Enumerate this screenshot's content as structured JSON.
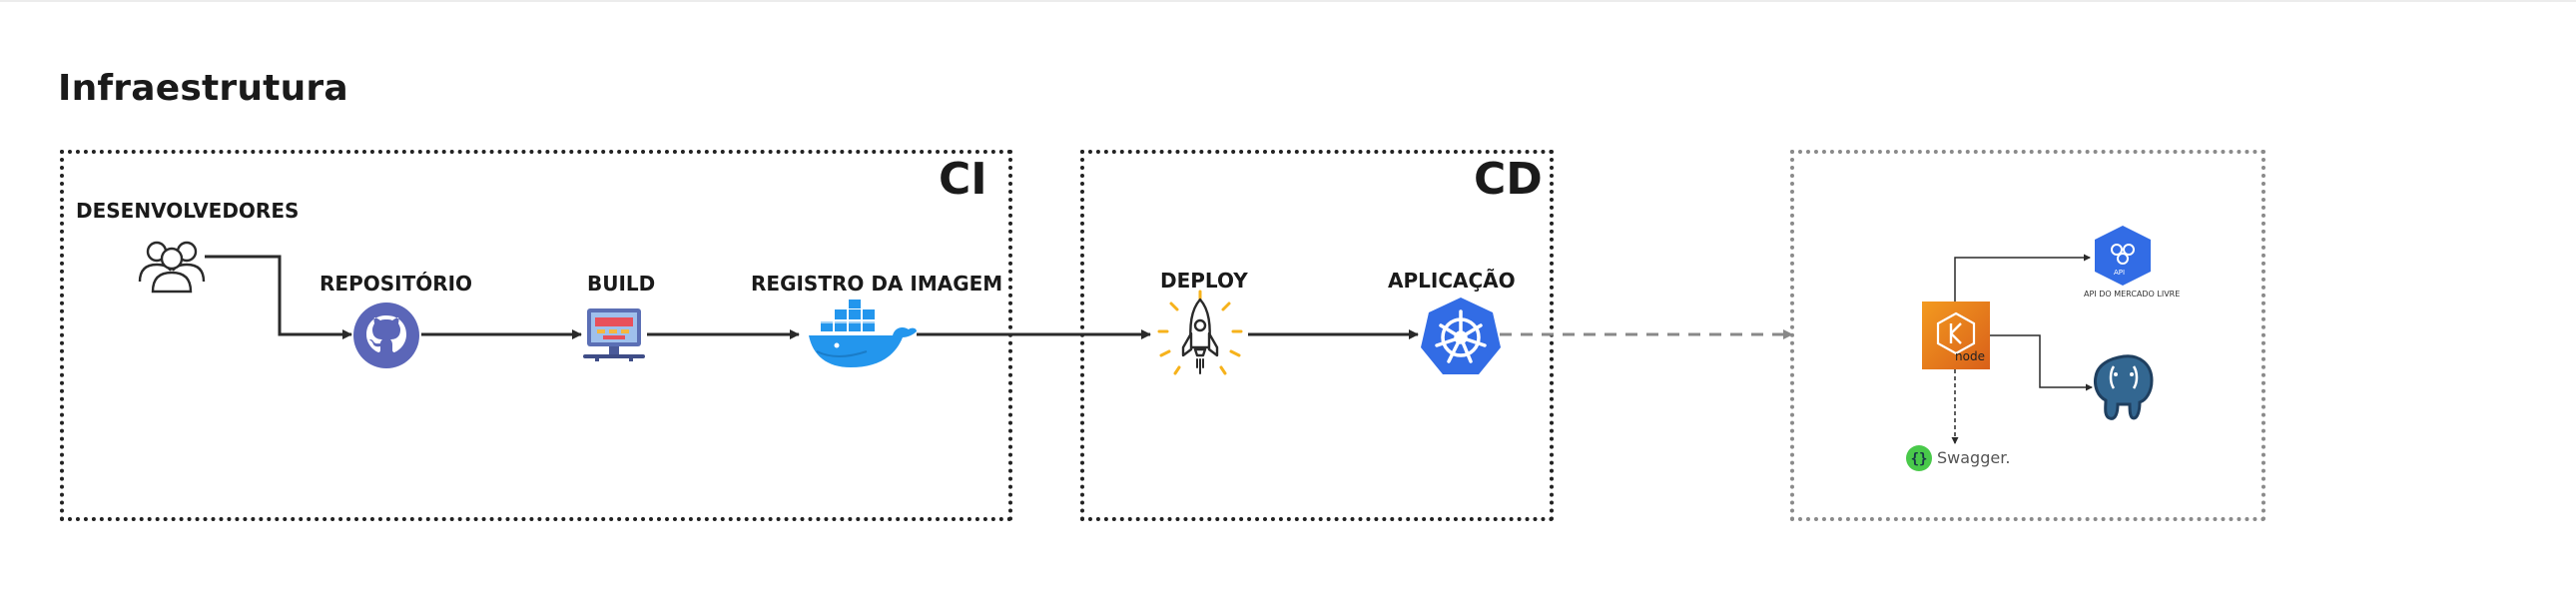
{
  "title": "Infraestrutura",
  "groups": {
    "ci": "CI",
    "cd": "CD"
  },
  "nodes": {
    "developers": "DESENVOLVEDORES",
    "repository": "REPOSITÓRIO",
    "build": "BUILD",
    "registry": "REGISTRO DA IMAGEM",
    "deploy": "DEPLOY",
    "application": "APLICAÇÃO",
    "api_label": "API DO MERCADO LIVRE",
    "api_badge": "API",
    "swagger": "Swagger.",
    "node_badge": "node"
  },
  "icons": {
    "developers": "users-icon",
    "repository": "github-icon",
    "build": "monitor-build-icon",
    "registry": "docker-whale-icon",
    "deploy": "rocket-icon",
    "application": "kubernetes-icon",
    "k8s_node": "eks-node-icon",
    "api": "api-icon",
    "database": "postgresql-icon",
    "docs": "swagger-icon"
  },
  "colors": {
    "github": "#5b66b8",
    "docker": "#2396ed",
    "kubernetes": "#326ce5",
    "eks": "#e8791c",
    "swagger": "#49c94a",
    "rocket_glow": "#f6b21b",
    "postgres": "#336791"
  }
}
